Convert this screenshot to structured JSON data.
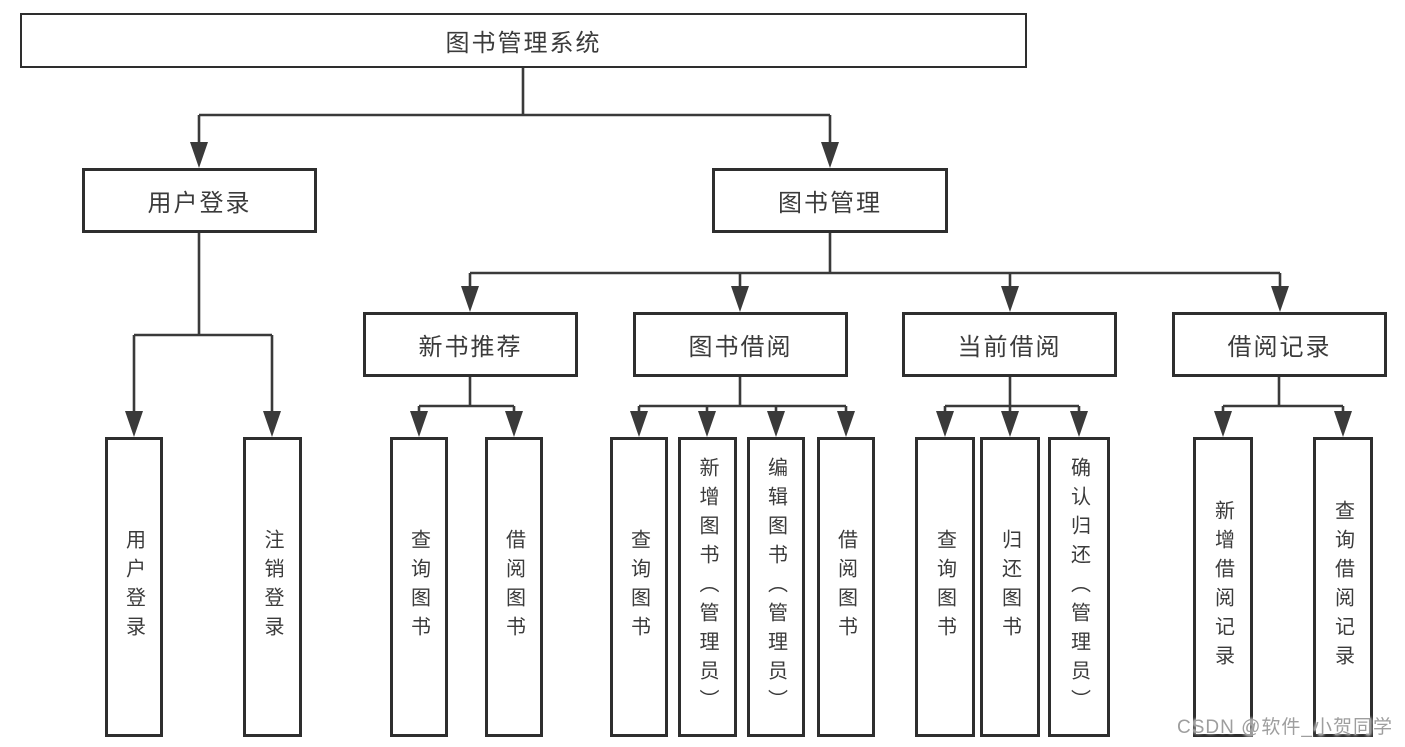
{
  "nodes": {
    "root": "图书管理系统",
    "user_login": "用户登录",
    "book_management": "图书管理",
    "new_book_recommend": "新书推荐",
    "book_borrow": "图书借阅",
    "current_borrow": "当前借阅",
    "borrow_records": "借阅记录",
    "leaf_user_login": "用户登录",
    "leaf_logout": "注销登录",
    "leaf_query_books_a": "查询图书",
    "leaf_borrow_books_a": "借阅图书",
    "leaf_query_books_b": "查询图书",
    "leaf_add_book_admin": "新增图书（管理员）",
    "leaf_edit_book_admin": "编辑图书（管理员）",
    "leaf_borrow_books_b": "借阅图书",
    "leaf_query_books_c": "查询图书",
    "leaf_return_book": "归还图书",
    "leaf_confirm_return_admin": "确认归还（管理员）",
    "leaf_add_borrow_record": "新增借阅记录",
    "leaf_query_borrow_record": "查询借阅记录"
  },
  "structure": {
    "root": [
      "user_login",
      "book_management"
    ],
    "user_login": [
      "leaf_user_login",
      "leaf_logout"
    ],
    "book_management": [
      "new_book_recommend",
      "book_borrow",
      "current_borrow",
      "borrow_records"
    ],
    "new_book_recommend": [
      "leaf_query_books_a",
      "leaf_borrow_books_a"
    ],
    "book_borrow": [
      "leaf_query_books_b",
      "leaf_add_book_admin",
      "leaf_edit_book_admin",
      "leaf_borrow_books_b"
    ],
    "current_borrow": [
      "leaf_query_books_c",
      "leaf_return_book",
      "leaf_confirm_return_admin"
    ],
    "borrow_records": [
      "leaf_add_borrow_record",
      "leaf_query_borrow_record"
    ]
  },
  "watermark": {
    "text": "CSDN @软件_小贺同学",
    "color": "#9e9e9e"
  },
  "colors": {
    "line": "#3a3a3a",
    "border": "#2e2e2e",
    "text": "#3b3b3b",
    "background": "#ffffff"
  }
}
